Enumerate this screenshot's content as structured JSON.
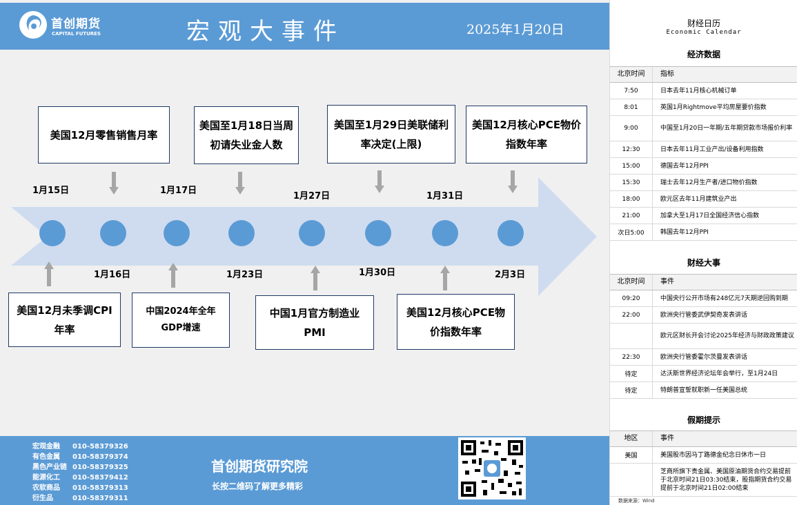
{
  "header": {
    "logo_cn": "首创期货",
    "logo_en": "CAPITAL FUTURES",
    "title": "宏观大事件",
    "date": "2025年1月20日"
  },
  "timeline": {
    "top_events": [
      {
        "text": "美国12月零售销售月率"
      },
      {
        "text": "美国至1月18日当周初请失业金人数"
      },
      {
        "text": "美国至1月29日美联储利率决定(上限)"
      },
      {
        "text": "美国12月核心PCE物价指数年率"
      }
    ],
    "bottom_events": [
      {
        "text": "美国12月未季调CPI年率"
      },
      {
        "text": "中国2024年全年GDP增速"
      },
      {
        "text": "中国1月官方制造业PMI"
      },
      {
        "text": "美国12月核心PCE物价指数年率"
      }
    ],
    "dates_top": [
      "1月15日",
      "1月17日",
      "1月27日",
      "1月31日"
    ],
    "dates_bottom": [
      "1月16日",
      "1月23日",
      "1月30日",
      "2月3日"
    ],
    "colors": {
      "accent": "#5b9bd5",
      "arrow": "#cfdcef",
      "pointer": "#a6a6a6"
    }
  },
  "footer": {
    "contacts": [
      {
        "dept": "宏观金融",
        "phone": "010-58379326"
      },
      {
        "dept": "有色金属",
        "phone": "010-58379374"
      },
      {
        "dept": "黑色产业链",
        "phone": "010-58379325"
      },
      {
        "dept": "能源化工",
        "phone": "010-58379412"
      },
      {
        "dept": "农软商品",
        "phone": "010-58379313"
      },
      {
        "dept": "衍生品",
        "phone": "010-58379311"
      }
    ],
    "institute": "首创期货研究院",
    "slogan": "长按二维码了解更多精彩"
  },
  "calendar": {
    "title": "财经日历",
    "subtitle": "Economic Calendar",
    "data_section": {
      "title": "经济数据",
      "col1": "北京时间",
      "col2": "指标",
      "rows": [
        {
          "time": "7:50",
          "item": "日本去年11月核心机械订单"
        },
        {
          "time": "8:01",
          "item": "英国1月Rightmove平均房屋要价指数"
        },
        {
          "time": "9:00",
          "item": "中国至1月20日一年期/五年期贷款市场报价利率"
        },
        {
          "time": "12:30",
          "item": "日本去年11月工业产出/设备利用指数"
        },
        {
          "time": "15:00",
          "item": "德国去年12月PPI"
        },
        {
          "time": "15:30",
          "item": "瑞士去年12月生产者/进口物价指数"
        },
        {
          "time": "18:00",
          "item": "欧元区去年11月建筑业产出"
        },
        {
          "time": "21:00",
          "item": "加拿大至1月17日全国经济信心指数"
        },
        {
          "time": "次日5:00",
          "item": "韩国去年12月PPI"
        }
      ]
    },
    "events_section": {
      "title": "财经大事",
      "col1": "北京时间",
      "col2": "事件",
      "rows": [
        {
          "time": "09:20",
          "item": "中国央行公开市场有248亿元7天期逆回购到期"
        },
        {
          "time": "22:00",
          "item": "欧洲央行管委武伊契奇发表讲话"
        },
        {
          "time": "",
          "item": "欧元区财长开会讨论2025年经济与财政政策建议"
        },
        {
          "time": "22:30",
          "item": "欧洲央行管委霍尔茨曼发表讲话"
        },
        {
          "time": "待定",
          "item": "达沃斯世界经济论坛年会举行，至1月24日"
        },
        {
          "time": "待定",
          "item": "特朗普宣誓就职新一任美国总统"
        }
      ]
    },
    "holiday_section": {
      "title": "假期提示",
      "col1": "地区",
      "col2": "事件",
      "rows": [
        {
          "region": "美国",
          "item": "美国股市因马丁路德金纪念日休市一日"
        },
        {
          "region": "",
          "item": "芝商所旗下贵金属、美国原油期货合约交易提前于北京时间21日03:30结束，股指期货合约交易提前于北京时间21日02:00结束"
        }
      ]
    },
    "source": "数据来源：Wind"
  }
}
